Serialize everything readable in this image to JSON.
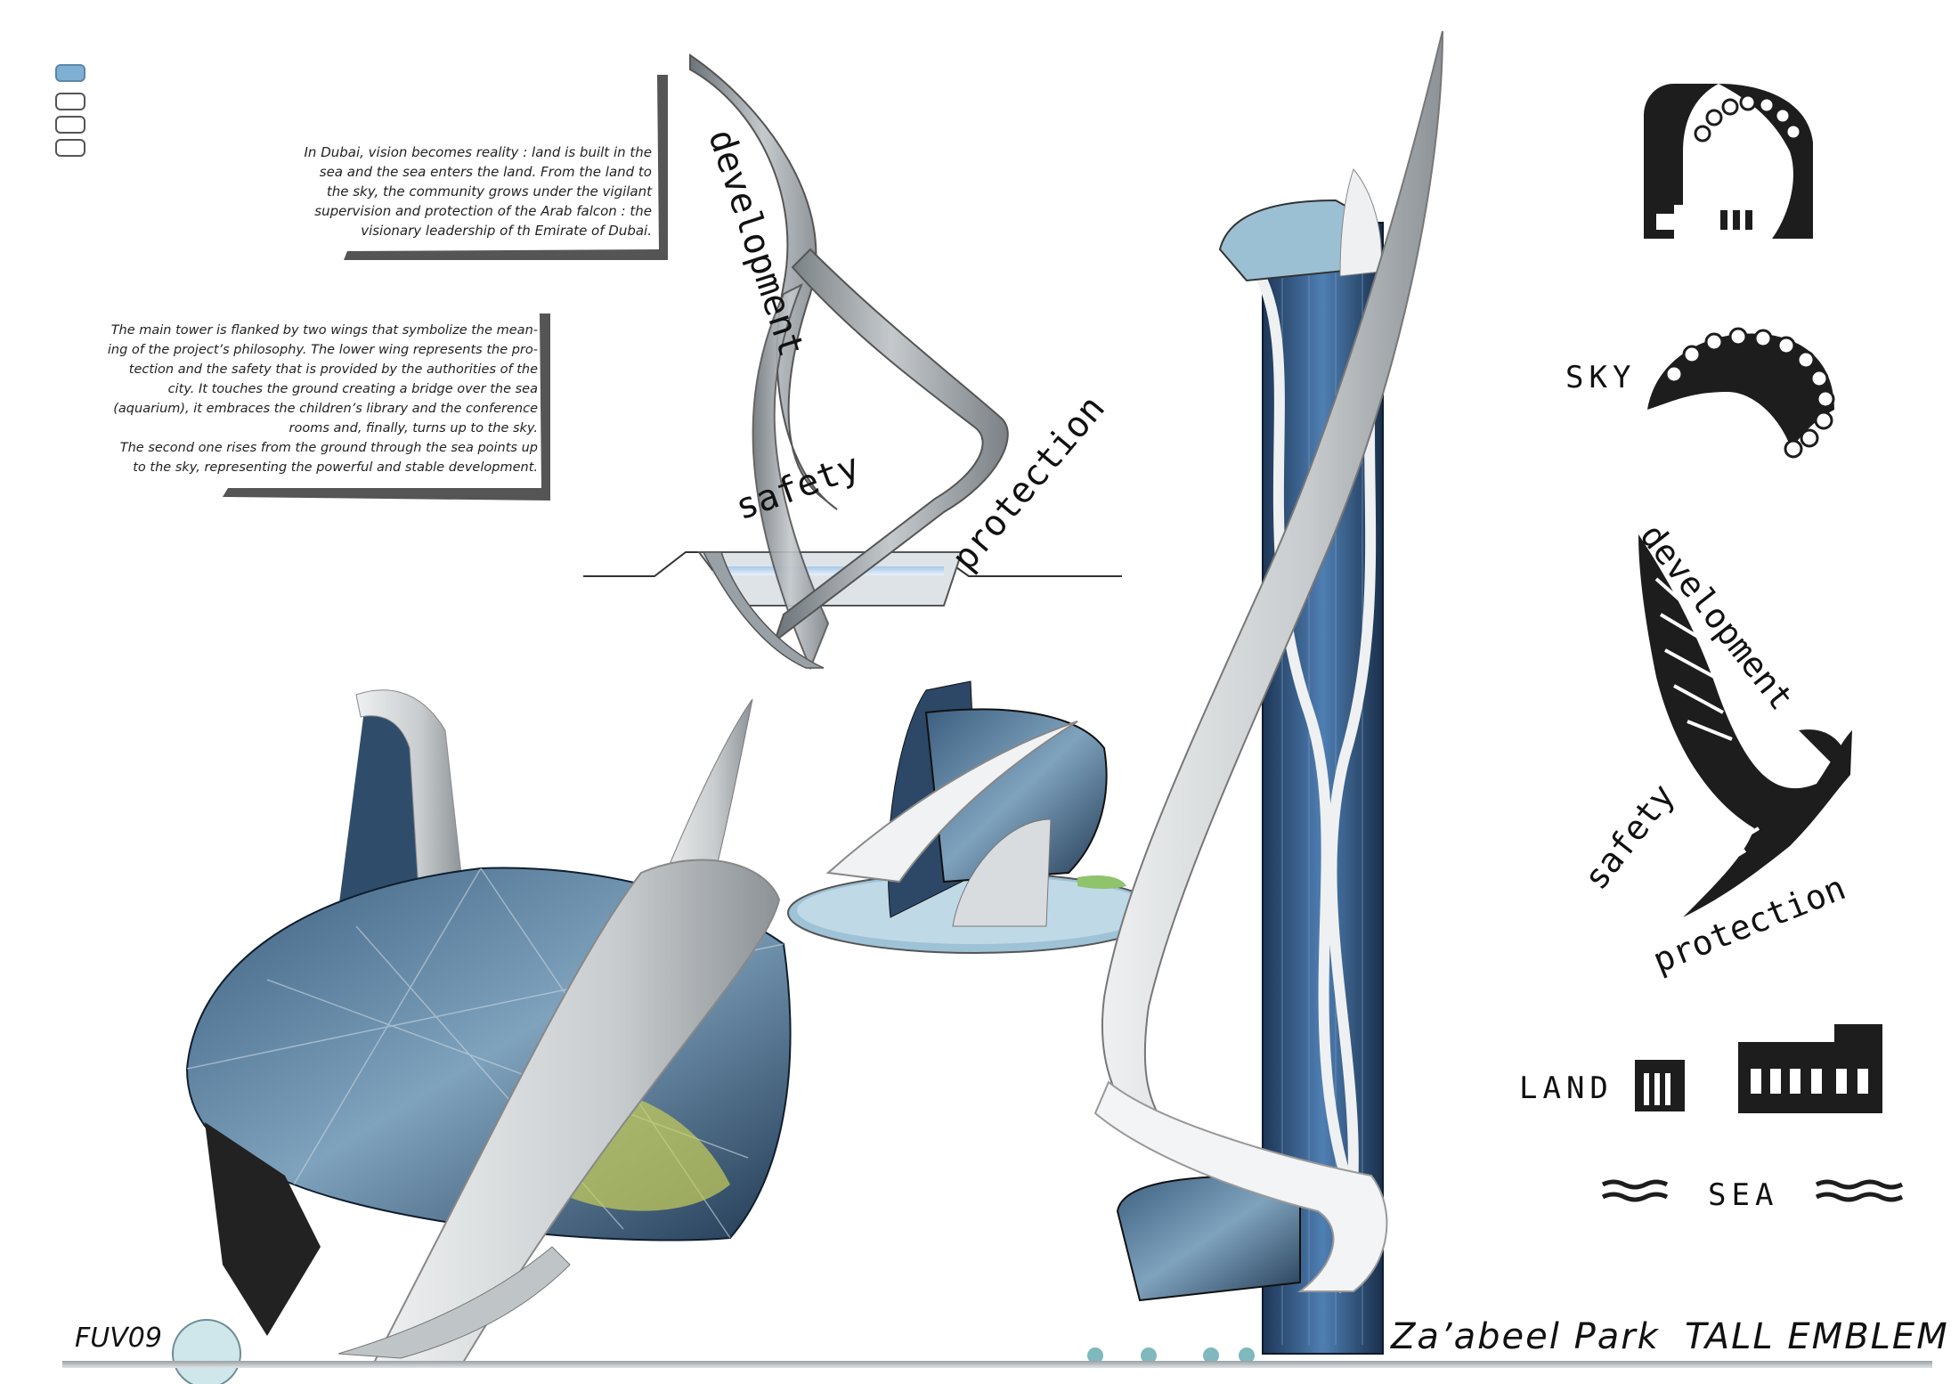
{
  "nav": {
    "items": 4,
    "active_index": 0
  },
  "text": {
    "para1": [
      "In Dubai, vision becomes reality : land is built in the",
      "sea and the sea enters the land. From the land to",
      "the sky, the community grows under the vigilant",
      "supervision and protection of the Arab falcon : the",
      "visionary leadership of th Emirate of Dubai."
    ],
    "para2": [
      "The main tower is flanked by two wings that symbolize the mean-",
      "ing of the project’s philosophy. The lower wing represents the pro-",
      "tection and the safety that is provided by the authorities of the",
      "city. It touches the ground creating a bridge over the sea",
      "(aquarium), it embraces the children’s library and the conference",
      "rooms and, finally, turns up to the sky.",
      "The second one rises from the ground through the sea points up",
      "to the sky, representing the powerful and stable development."
    ]
  },
  "diagram": {
    "development": "development",
    "safety": "safety",
    "protection": "protection"
  },
  "emblem": {
    "sky": "SKY",
    "development": "development",
    "safety": "safety",
    "protection": "protection",
    "land": "LAND",
    "sea": "SEA"
  },
  "footer": {
    "code": "FUV09",
    "project": "Za’abeel Park",
    "title": "TALL EMBLEM"
  }
}
